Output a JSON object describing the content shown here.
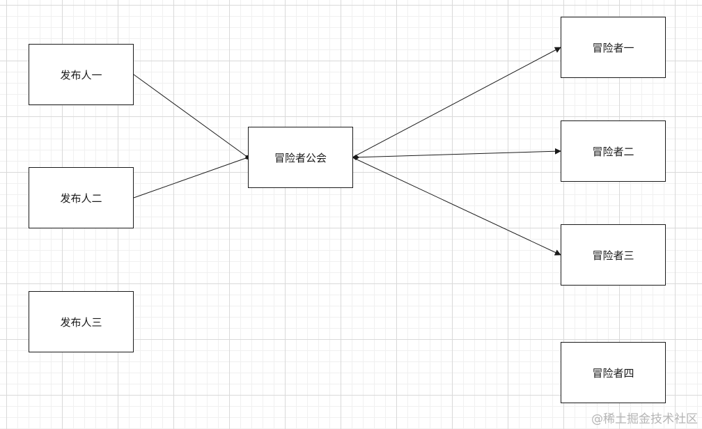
{
  "nodes": {
    "publisher_1": "发布人一",
    "publisher_2": "发布人二",
    "publisher_3": "发布人三",
    "guild": "冒险者公会",
    "adventurer_1": "冒险者一",
    "adventurer_2": "冒险者二",
    "adventurer_3": "冒险者三",
    "adventurer_4": "冒险者四"
  },
  "edges": [
    {
      "from": "publisher_1",
      "to": "guild"
    },
    {
      "from": "publisher_2",
      "to": "guild"
    },
    {
      "from": "guild",
      "to": "adventurer_1"
    },
    {
      "from": "guild",
      "to": "adventurer_2"
    },
    {
      "from": "guild",
      "to": "adventurer_3"
    }
  ],
  "colors": {
    "stroke": "#1a1a1a",
    "node_fill": "#ffffff",
    "grid_major": "#d9d9d9",
    "grid_minor": "#f0f0f0",
    "watermark": "#b5b5b5"
  },
  "watermark": "@稀土掘金技术社区"
}
